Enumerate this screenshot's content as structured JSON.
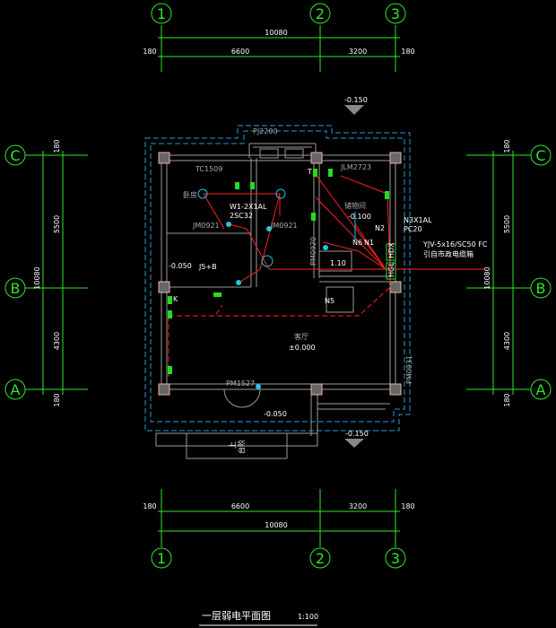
{
  "axes": {
    "x": [
      "1",
      "2",
      "3"
    ],
    "y": [
      "C",
      "B",
      "A"
    ]
  },
  "dims_h": {
    "edge_left": "180",
    "span_1_2": "6600",
    "span_2_3": "3200",
    "edge_right": "180",
    "total": "10080"
  },
  "dims_v": {
    "edge_top": "180",
    "span_c_b": "5500",
    "span_b_a": "4300",
    "edge_bottom": "180",
    "total": "10080"
  },
  "labels": {
    "pj": "PJ2200",
    "lvl_top": "-0.150",
    "tc": "TC1509",
    "jlm": "JLM2723",
    "room1": "卧房",
    "room_store": "储物间",
    "w1a": "W1-2X1AL",
    "w1b": "2SC32",
    "jm1": "JM0921",
    "jm2": "JM0921",
    "lvl_store": "-0.100",
    "n2": "N2",
    "n6": "N6",
    "n1": "N1",
    "n3a": "N3X1AL",
    "n3b": "PC20",
    "cable1": "YJV-5x16/SC50 FC",
    "cable2": "引自市政电缆箱",
    "hdx": "HDX",
    "hgl": "HGL",
    "pm0920": "PM0920",
    "h110": "1.10",
    "lvl_left": "-0.050",
    "j5": "J5+B",
    "n5": "N5",
    "k": "K",
    "t": "T",
    "living": "客厅",
    "lvl_living": "±0.000",
    "door": "PM1527",
    "lvl_door": "-0.050",
    "lvl_bottom": "-0.150",
    "pm0931": "PM0931",
    "steps": "台阶",
    "up": "上"
  },
  "title": {
    "text": "一层弱电平面图",
    "scale": "1:100"
  }
}
